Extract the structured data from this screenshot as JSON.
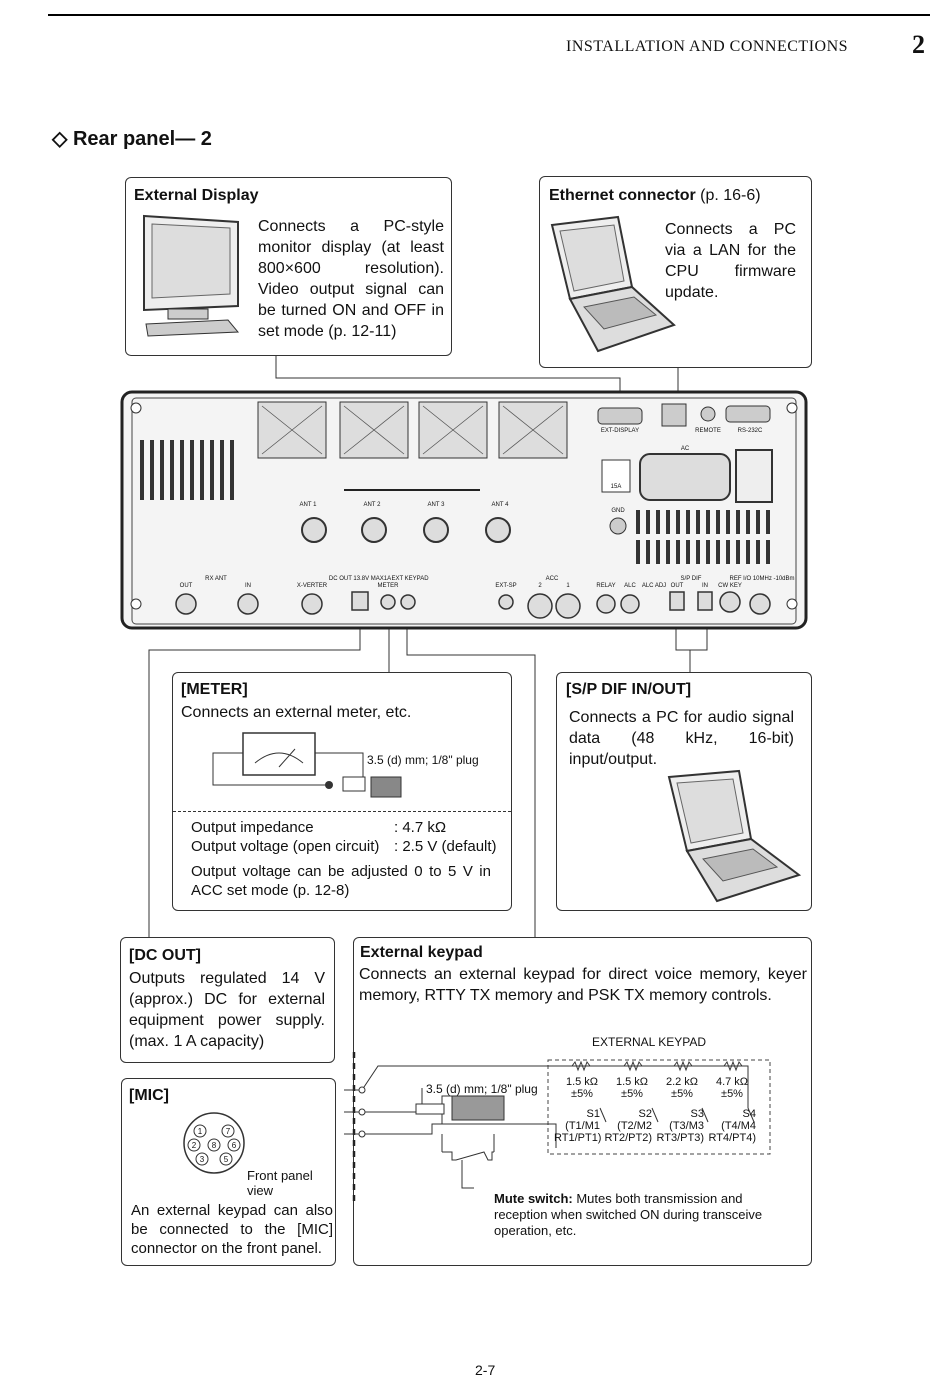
{
  "header": {
    "title": "INSTALLATION AND CONNECTIONS",
    "chapter": "2"
  },
  "section": {
    "title": "◇ Rear panel— 2"
  },
  "external_display": {
    "title": "External Display",
    "text": "Connects a PC-style monitor display (at least 800×600 resolution). Video output signal can be turned ON and OFF in set mode (p. 12-11)"
  },
  "ethernet": {
    "title": "Ethernet connector",
    "ref": " (p. 16-6)",
    "text": "Connects a PC via a LAN for the CPU firmware update."
  },
  "rear_panel_labels": {
    "ext_display": "EXT-DISPLAY",
    "remote": "REMOTE",
    "rs232c": "RS-232C",
    "ac": "AC",
    "fuse": "15A",
    "gnd": "GND",
    "ant1": "ANT 1",
    "ant2": "ANT 2",
    "ant3": "ANT 3",
    "ant4": "ANT 4",
    "rx_ant": "RX ANT",
    "out": "OUT",
    "in": "IN",
    "xverter": "X-VERTER",
    "dc_out": "DC OUT 13.8V MAX1A",
    "meter": "METER",
    "ext_keypad": "EXT KEYPAD",
    "ext_sp": "EXT-SP",
    "acc": "ACC",
    "acc2": "2",
    "acc1": "1",
    "relay": "RELAY",
    "alc": "ALC",
    "alc_adj": "ALC ADJ",
    "spdif": "S/P DIF",
    "spdif_out": "OUT",
    "spdif_in": "IN",
    "cw_key": "CW KEY",
    "ref_io": "REF I/O 10MHz -10dBm"
  },
  "meter": {
    "title": "[METER]",
    "desc": "Connects an external meter, etc.",
    "plug": "3.5 (d) mm; 1/8\" plug",
    "impedance_label": "Output impedance",
    "impedance_value": ": 4.7 kΩ",
    "voltage_label": "Output voltage (open circuit)",
    "voltage_value": ": 2.5 V (default)",
    "note": "Output voltage can be adjusted 0 to 5 V in ACC set mode (p. 12-8)"
  },
  "spdif": {
    "title": "[S/P DIF IN/OUT]",
    "text": "Connects a PC for audio signal data (48 kHz, 16-bit) input/output."
  },
  "dc_out": {
    "title": "[DC OUT]",
    "text": "Outputs regulated 14 V (approx.) DC for external equipment power supply. (max. 1 A capacity)"
  },
  "keypad": {
    "title": "External keypad",
    "text": "Connects an external keypad for direct voice memory, keyer memory, RTTY TX memory and PSK TX memory controls.",
    "diagram_title": "EXTERNAL KEYPAD",
    "plug": "3.5 (d) mm; 1/8\" plug",
    "resistors": [
      {
        "value": "1.5 kΩ",
        "tol": "±5%"
      },
      {
        "value": "1.5 kΩ",
        "tol": "±5%"
      },
      {
        "value": "2.2 kΩ",
        "tol": "±5%"
      },
      {
        "value": "4.7 kΩ",
        "tol": "±5%"
      }
    ],
    "switches": [
      {
        "name": "S1",
        "l1": "(T1/M1",
        "l2": "RT1/PT1)"
      },
      {
        "name": "S2",
        "l1": "(T2/M2",
        "l2": "RT2/PT2)"
      },
      {
        "name": "S3",
        "l1": "(T3/M3",
        "l2": "RT3/PT3)"
      },
      {
        "name": "S4",
        "l1": "(T4/M4",
        "l2": "RT4/PT4)"
      }
    ],
    "mute_title": "Mute switch:",
    "mute_text": " Mutes both transmission and reception when switched ON during transceive operation, etc."
  },
  "mic": {
    "title": "[MIC]",
    "pins": [
      "1",
      "7",
      "2",
      "8",
      "6",
      "3",
      "5"
    ],
    "view": "Front panel view",
    "text": "An external keypad can also be connected to the [MIC] connector on the front panel."
  },
  "page_number": "2-7"
}
